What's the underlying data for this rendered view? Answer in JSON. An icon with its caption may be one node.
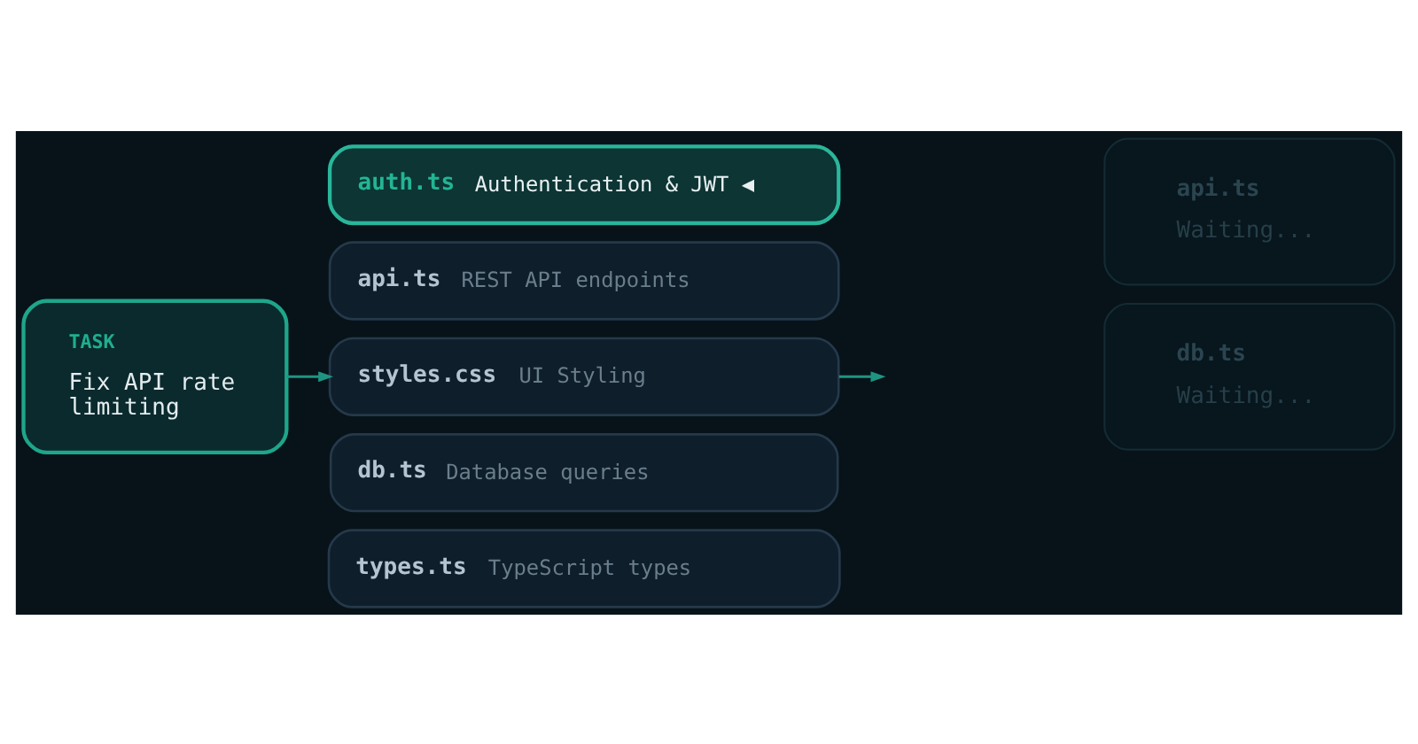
{
  "diagram": {
    "nodes": [
      {
        "text": [
          "TASK",
          "Fix API rate limiting"
        ]
      },
      {
        "text": [
          "auth.ts",
          "Authentication & JWT ◀"
        ]
      },
      {
        "text": [
          "api.ts",
          "REST API endpoints"
        ]
      },
      {
        "text": [
          "styles.css",
          "UI Styling"
        ]
      },
      {
        "text": [
          "db.ts",
          "Database queries"
        ]
      },
      {
        "text": [
          "types.ts",
          "TypeScript types"
        ]
      },
      {
        "text": [
          "api.ts",
          "Waiting..."
        ]
      },
      {
        "text": [
          "db.ts",
          "Waiting..."
        ]
      }
    ],
    "edges": [
      {
        "from": 0,
        "to": 3,
        "arrow": "to"
      },
      {
        "from": 3,
        "to": null,
        "arrow": "to"
      }
    ]
  }
}
